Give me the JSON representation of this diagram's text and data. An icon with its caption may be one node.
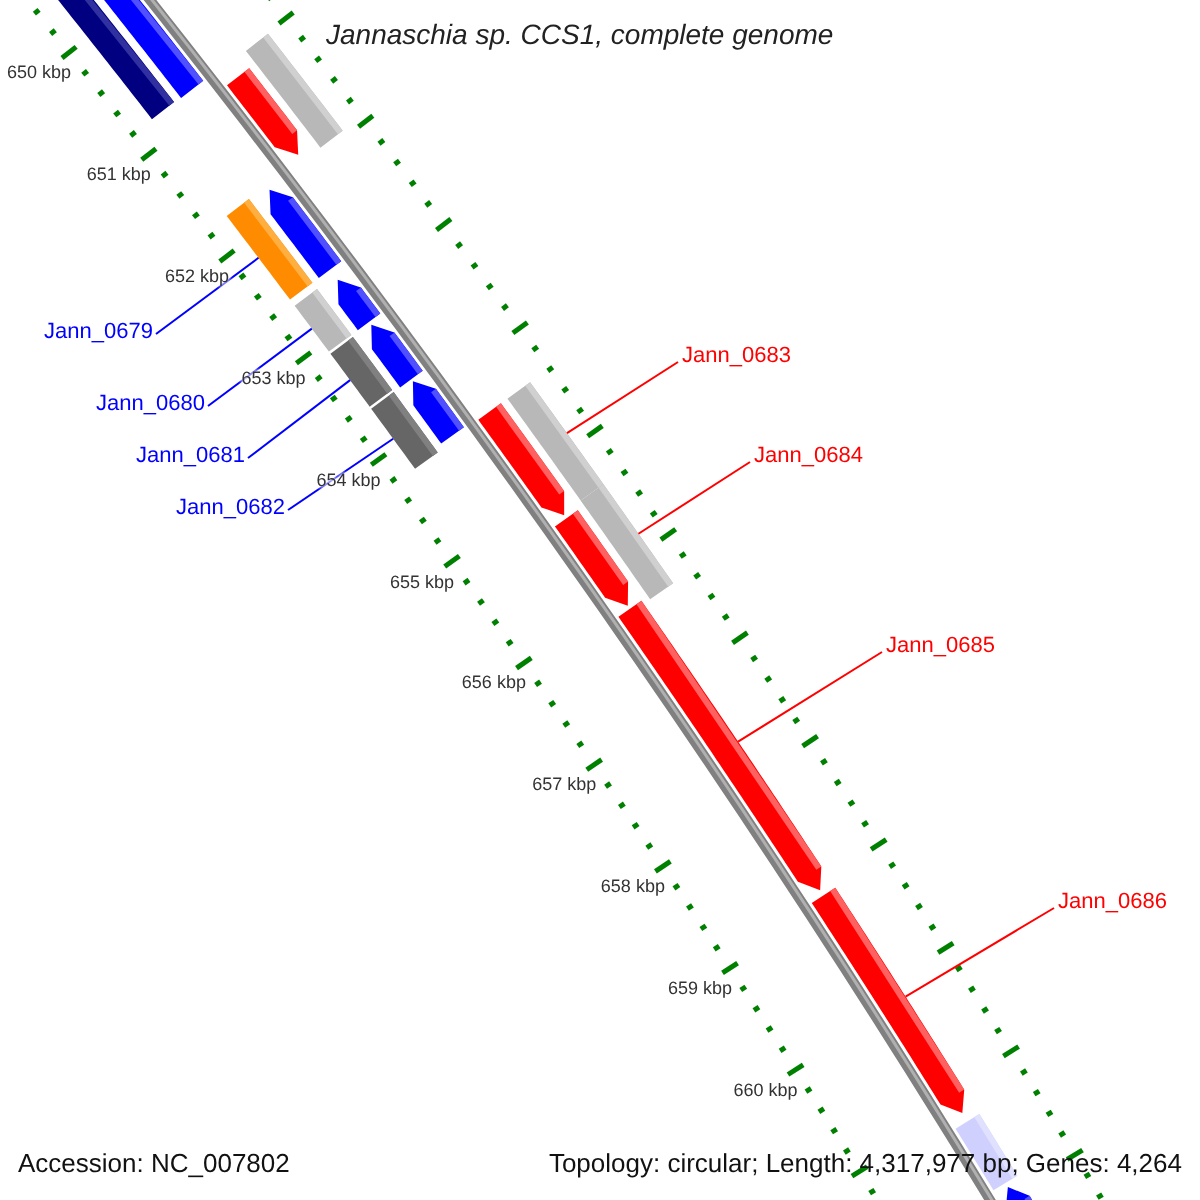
{
  "diagram": {
    "title": "Jannaschia sp. CCS1, complete genome",
    "nodes": [
      {
        "text": [
          "Jann_0679"
        ]
      },
      {
        "text": [
          "Jann_0680"
        ]
      },
      {
        "text": [
          "Jann_0681"
        ]
      },
      {
        "text": [
          "Jann_0682"
        ]
      },
      {
        "text": [
          "Jann_0683"
        ]
      },
      {
        "text": [
          "Jann_0684"
        ]
      },
      {
        "text": [
          "Jann_0685"
        ]
      },
      {
        "text": [
          "Jann_0686"
        ]
      },
      {
        "text": [],
        "shape": "bar"
      },
      {
        "text": [],
        "shape": "arrow"
      },
      {
        "text": [],
        "shape": "bar"
      },
      {
        "text": [],
        "shape": "arrow"
      },
      {
        "text": [],
        "shape": "bar"
      },
      {
        "text": [],
        "shape": "arrow"
      },
      {
        "text": [],
        "shape": "bar"
      },
      {
        "text": [],
        "shape": "arrow"
      },
      {
        "text": [],
        "shape": "bar"
      },
      {
        "text": [],
        "shape": "arrow"
      },
      {
        "text": [],
        "shape": "bar"
      },
      {
        "text": [],
        "shape": "arrow"
      },
      {
        "text": [],
        "shape": "arrow"
      },
      {
        "text": [],
        "shape": "bar"
      },
      {
        "text": [],
        "shape": "arrow"
      },
      {
        "text": [],
        "shape": "bar"
      },
      {
        "text": [],
        "shape": "arrow"
      },
      {
        "text": [],
        "shape": "arrow"
      },
      {
        "text": [],
        "shape": "bar"
      },
      {
        "text": [],
        "shape": "arrow"
      }
    ],
    "edges": [
      {
        "from": 0,
        "to": 12,
        "arrow": "none",
        "color": "#0000ff"
      },
      {
        "from": 1,
        "to": 14,
        "arrow": "none",
        "color": "#0000ff"
      },
      {
        "from": 2,
        "to": 16,
        "arrow": "none",
        "color": "#0000ff"
      },
      {
        "from": 3,
        "to": 18,
        "arrow": "none",
        "color": "#0000ff"
      },
      {
        "from": 4,
        "to": 21,
        "arrow": "none",
        "color": "#ff0000"
      },
      {
        "from": 5,
        "to": 23,
        "arrow": "none",
        "color": "#ff0000"
      },
      {
        "from": 6,
        "to": 24,
        "arrow": "none",
        "color": "#ff0000"
      },
      {
        "from": 7,
        "to": 25,
        "arrow": "none",
        "color": "#ff0000"
      }
    ],
    "labels": [
      "650 kbp",
      "651 kbp",
      "652 kbp",
      "653 kbp",
      "654 kbp",
      "655 kbp",
      "656 kbp",
      "657 kbp",
      "658 kbp",
      "659 kbp",
      "660 kbp",
      "Accession: NC_007802",
      "Topology: circular; Length: 4,317,977 bp; Genes: 4,264"
    ]
  }
}
